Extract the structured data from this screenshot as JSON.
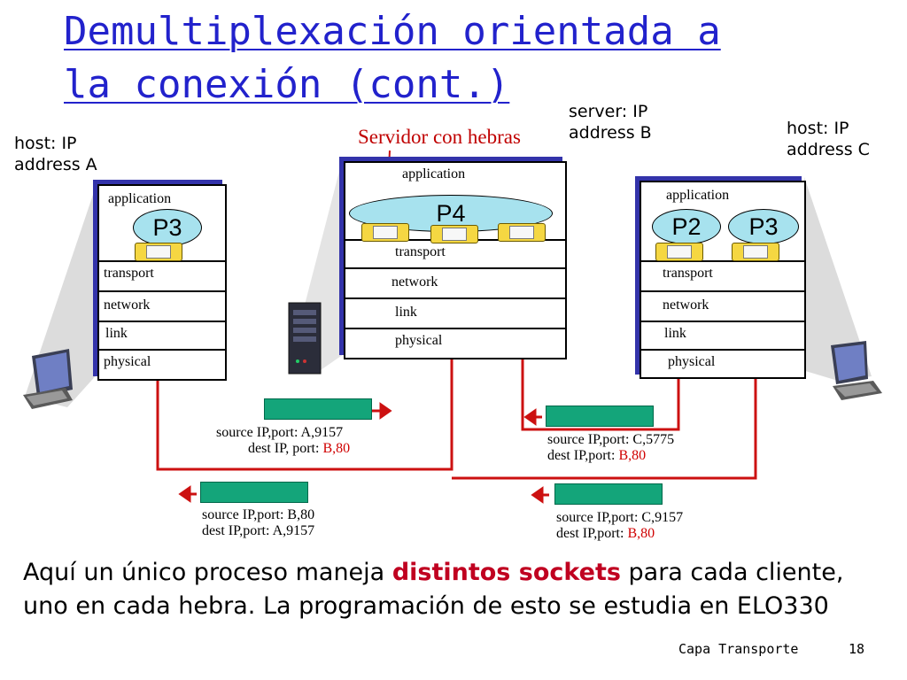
{
  "title": "Demultiplexación orientada a la conexión (cont.)",
  "hosts": {
    "a": {
      "label_line1": "host: IP",
      "label_line2": "address A"
    },
    "b": {
      "label_line1": "server: IP",
      "label_line2": "address B",
      "thread_label": "Servidor con hebras"
    },
    "c": {
      "label_line1": "host: IP",
      "label_line2": "address C"
    }
  },
  "layers": {
    "application": "application",
    "transport": "transport",
    "network": "network",
    "link": "link",
    "physical": "physical"
  },
  "processes": {
    "a": "P3",
    "b": "P4",
    "c1": "P2",
    "c2": "P3"
  },
  "segments": {
    "s1": {
      "line1": "source IP,port: A,9157",
      "line2_prefix": "dest IP, port: ",
      "line2_value": "B,80"
    },
    "s2": {
      "line1": "source IP,port: B,80",
      "line2": "dest IP,port: A,9157"
    },
    "s3": {
      "line1": "source IP,port: C,5775",
      "line2_prefix": "dest IP,port: ",
      "line2_value": "B,80"
    },
    "s4": {
      "line1": "source IP,port: C,9157",
      "line2_prefix": "dest IP,port: ",
      "line2_value": "B,80"
    }
  },
  "caption": {
    "part1": "Aquí un único proceso maneja ",
    "highlight": "distintos sockets",
    "part2": " para cada cliente, uno en cada hebra. La programación de esto se estudia en ELO330"
  },
  "footer": {
    "section": "Capa Transporte",
    "page": "18"
  },
  "colors": {
    "title": "#2222cc",
    "arrow": "#cc1111",
    "segment": "#14a57a",
    "process": "#a7e2ee",
    "socket": "#f5d742"
  },
  "icons": [
    "desktop-computer-icon",
    "server-tower-icon",
    "desktop-computer-icon"
  ]
}
